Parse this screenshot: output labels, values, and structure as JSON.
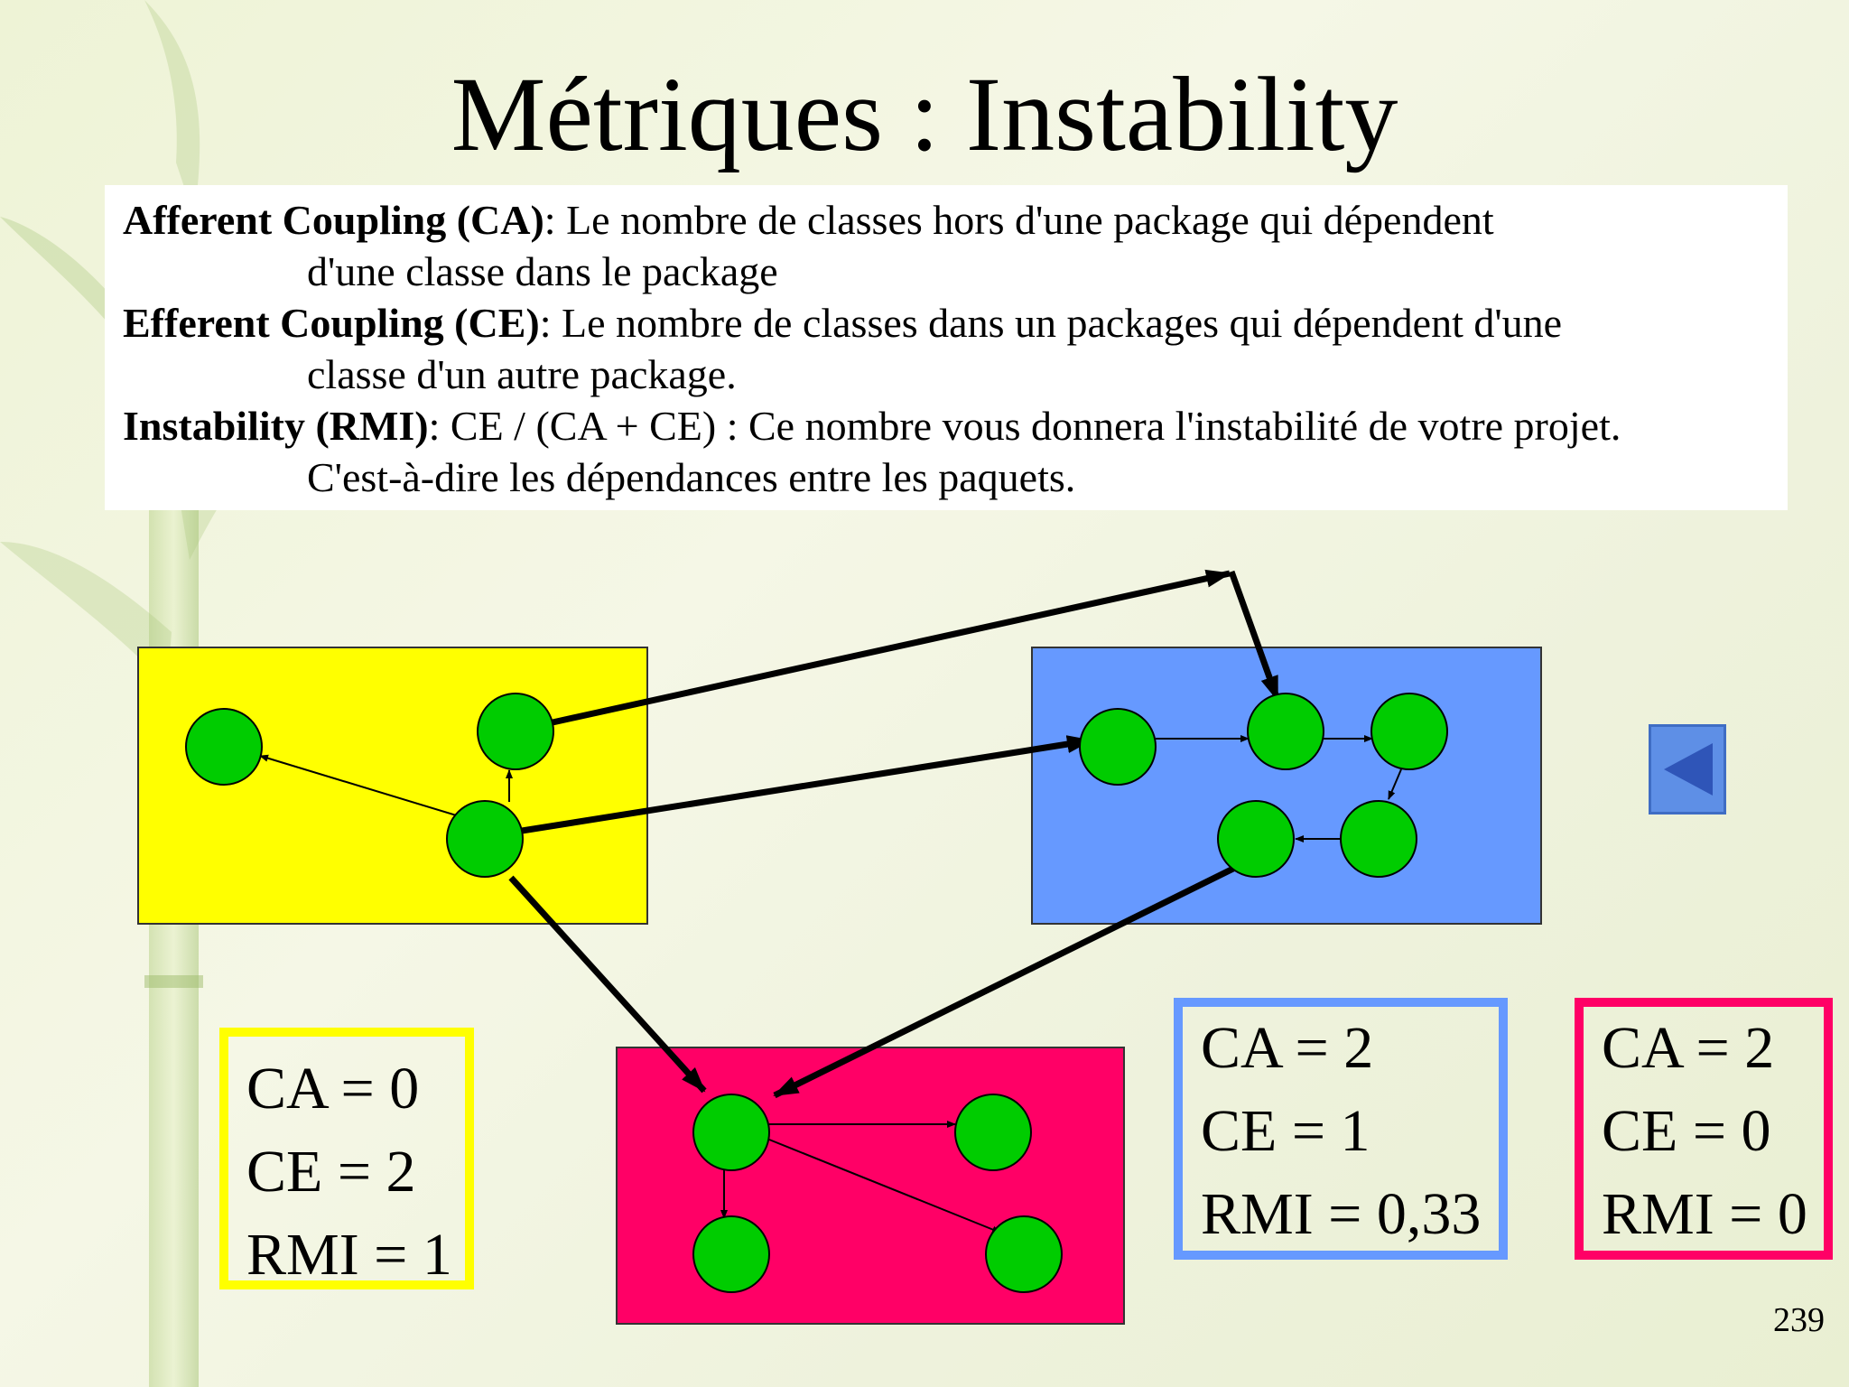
{
  "title": "Métriques : Instability",
  "definitions": [
    {
      "term": "Afferent Coupling (CA)",
      "text": ": Le nombre de classes hors d'une package qui dépendent",
      "continuation": "d'une classe dans le package"
    },
    {
      "term": "Efferent Coupling (CE)",
      "text": ": Le nombre de classes dans un packages qui dépendent d'une",
      "continuation": "classe d'un autre package."
    },
    {
      "term": "Instability (RMI)",
      "text": ": CE / (CA + CE) : Ce nombre vous donnera l'instabilité de votre projet.",
      "continuation": "C'est-à-dire les dépendances entre les paquets."
    }
  ],
  "colors": {
    "package_yellow": "#ffff00",
    "package_blue": "#6699ff",
    "package_pink": "#ff0066",
    "node": "#00cc00"
  },
  "metrics": {
    "yellow": {
      "ca": "CA = 0",
      "ce": "CE = 2",
      "rmi": "RMI = 1"
    },
    "blue": {
      "ca": "CA = 2",
      "ce": "CE = 1",
      "rmi": "RMI = 0,33"
    },
    "pink": {
      "ca": "CA = 2",
      "ce": "CE = 0",
      "rmi": "RMI = 0"
    }
  },
  "nav": {
    "icon": "triangle-left-icon"
  },
  "page_number": "239"
}
